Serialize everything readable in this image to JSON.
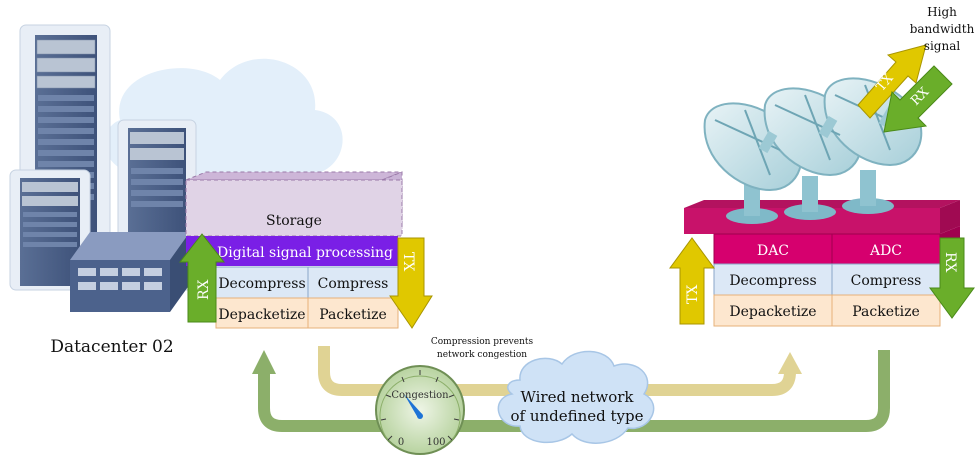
{
  "datacenter": {
    "label": "Datacenter 02",
    "stack": {
      "storage": "Storage",
      "dsp": "Digital signal processing",
      "decompress": "Decompress",
      "compress": "Compress",
      "depacketize": "Depacketize",
      "packetize": "Packetize",
      "rx": "RX",
      "tx": "TX"
    }
  },
  "antenna": {
    "signal_label_line1": "High",
    "signal_label_line2": "bandwidth",
    "signal_label_line3": "signal",
    "stack": {
      "dac": "DAC",
      "adc": "ADC",
      "decompress": "Decompress",
      "compress": "Compress",
      "depacketize": "Depacketize",
      "packetize": "Packetize",
      "tx_side": "TX",
      "rx_side": "RX",
      "tx_air": "TX",
      "rx_air": "RX"
    }
  },
  "network": {
    "cloud_line1": "Wired network",
    "cloud_line2": "of undefined type",
    "note_line1": "Compression prevents",
    "note_line2": "network congestion",
    "gauge_label": "Congestion",
    "gauge_min": "0",
    "gauge_max": "100"
  },
  "colors": {
    "storage": "#e0d3e6",
    "dsp": "#7a1fe6",
    "compress_row": "#dce8f6",
    "packet_row": "#fde7cf",
    "dac_row": "#d6006e",
    "rx_arrow": "#6aae2a",
    "tx_arrow": "#d9c000",
    "green_path": "#8caf6a",
    "yellow_path": "#e0d394",
    "cloud": "#cfe2f6"
  }
}
